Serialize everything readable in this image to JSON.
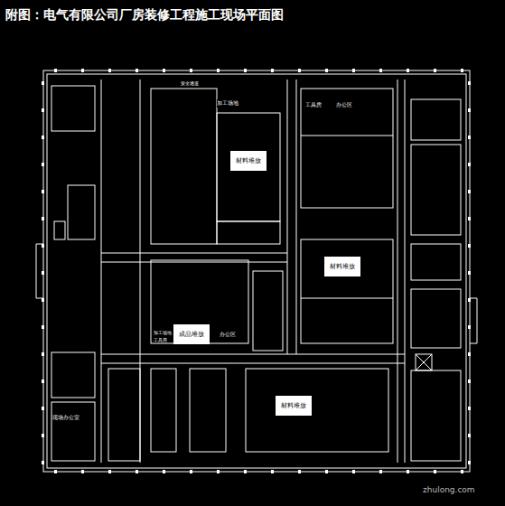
{
  "diagram": {
    "title": "附图：电气有限公司厂房装修工程施工现场平面图",
    "nodes": [
      {
        "text": [
          "材料堆放"
        ]
      },
      {
        "text": [
          "材料堆放"
        ]
      },
      {
        "text": [
          "成品堆放"
        ]
      },
      {
        "text": [
          "材料堆放"
        ]
      }
    ],
    "labels": [
      "加工场地",
      "工具房",
      "办公区",
      "加工场地",
      "工具房",
      "办公区",
      "现场办公室",
      "安全通道",
      "zhulong.com"
    ]
  }
}
